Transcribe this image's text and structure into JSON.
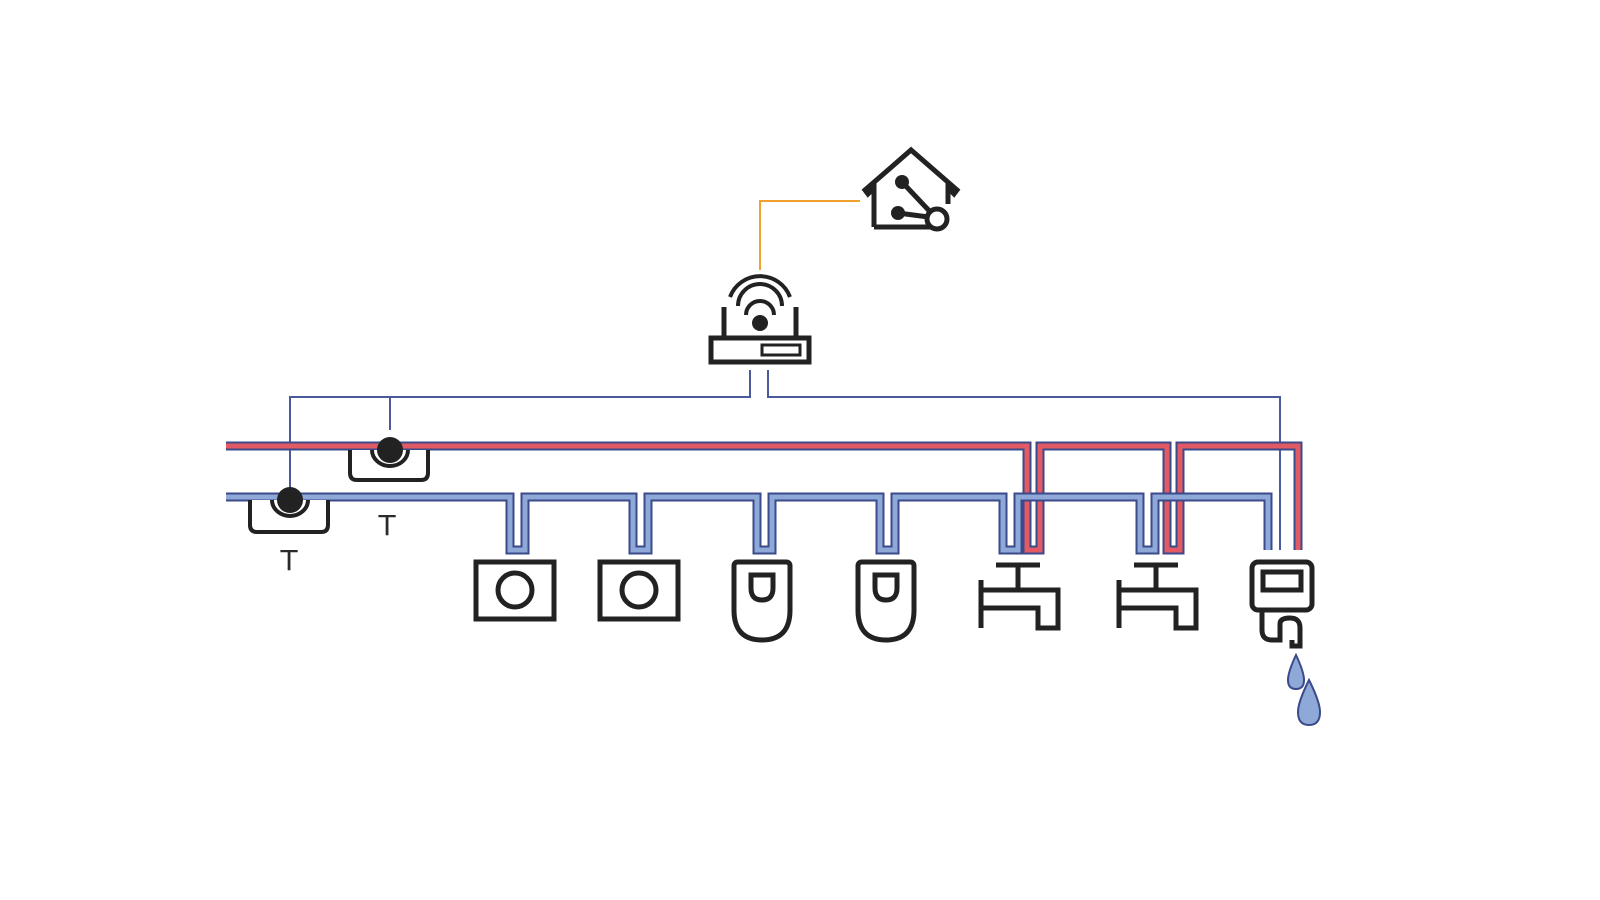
{
  "colors": {
    "hot_pipe": "#e15a64",
    "cold_pipe": "#8ea8d8",
    "pipe_outline": "#3b4a8a",
    "signal_line": "#4a5a9a",
    "network_line": "#f0a030",
    "icon_stroke": "#222222",
    "water_drop": "#8ea8d8"
  },
  "sensors": [
    {
      "name": "cold-water-temperature-sensor",
      "label": "T"
    },
    {
      "name": "hot-water-temperature-sensor",
      "label": "T"
    }
  ],
  "devices": [
    {
      "name": "smart-home-hub-icon"
    },
    {
      "name": "wireless-gateway-icon"
    }
  ],
  "fixtures": [
    {
      "name": "flush-button-1-icon",
      "icon": "flush-plate"
    },
    {
      "name": "flush-button-2-icon",
      "icon": "flush-plate"
    },
    {
      "name": "urinal-1-icon",
      "icon": "urinal"
    },
    {
      "name": "urinal-2-icon",
      "icon": "urinal"
    },
    {
      "name": "faucet-1-icon",
      "icon": "tap"
    },
    {
      "name": "faucet-2-icon",
      "icon": "tap"
    },
    {
      "name": "shower-flush-terminal-icon",
      "icon": "flushing-unit"
    }
  ]
}
